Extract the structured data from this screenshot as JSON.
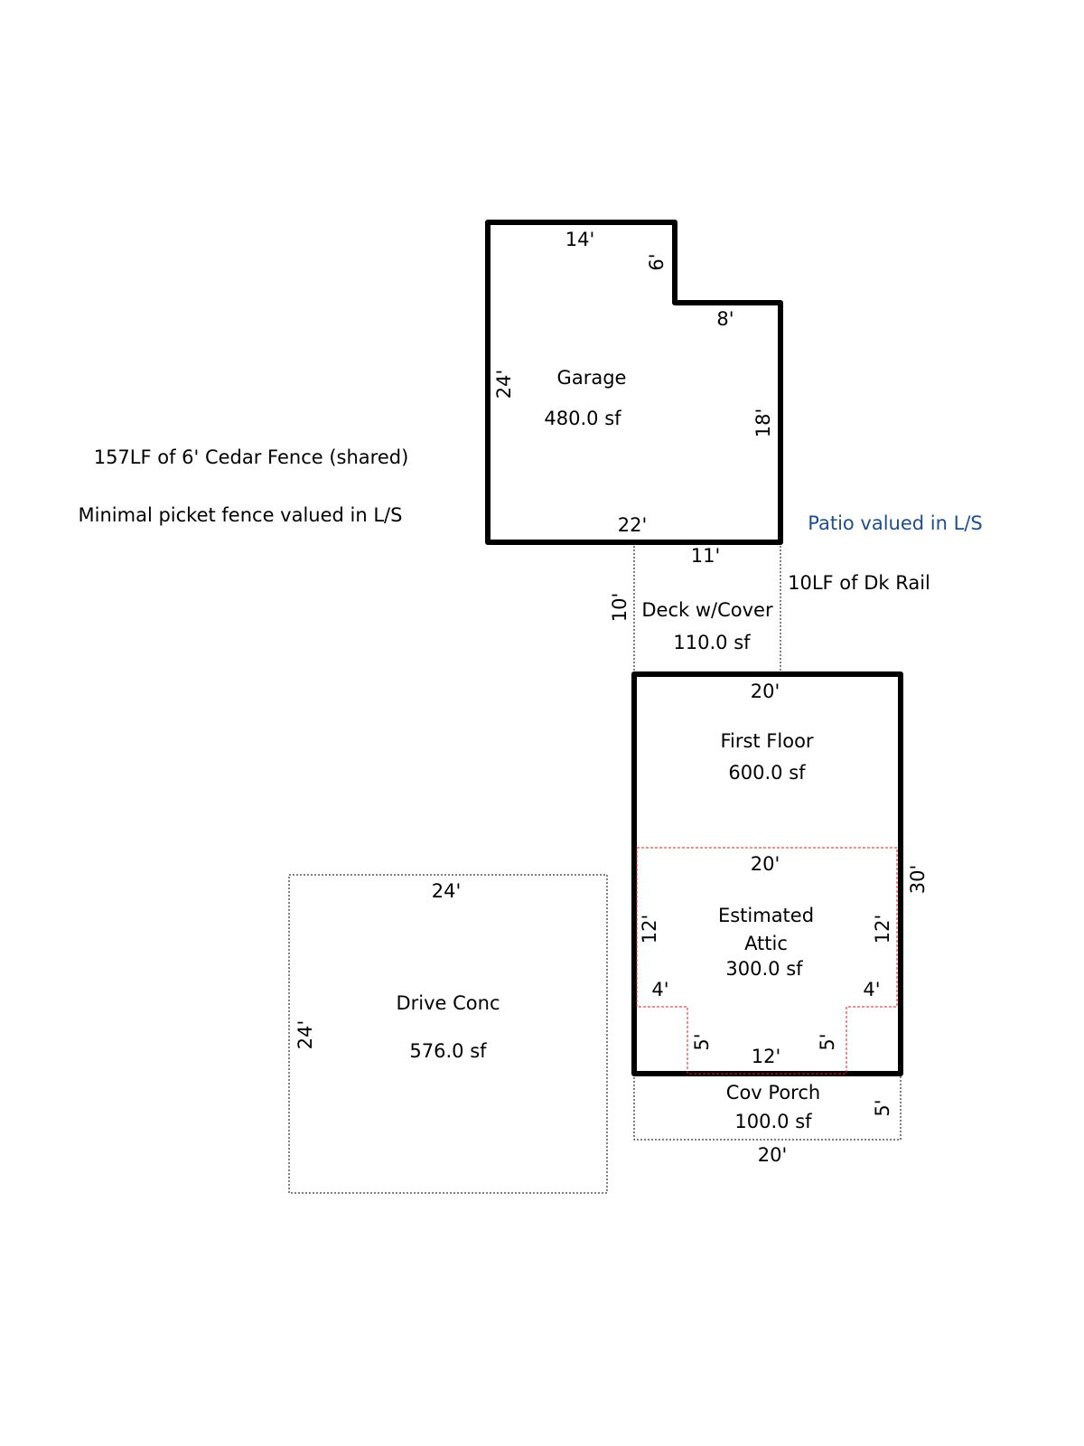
{
  "notes": {
    "fence": "157LF of 6' Cedar Fence (shared)",
    "picket": "Minimal picket fence valued in L/S",
    "patio": "Patio valued in L/S",
    "rail": "10LF of Dk Rail",
    "patio_color": "#1f4e8c"
  },
  "garage": {
    "name": "Garage",
    "area": "480.0 sf",
    "dims": [
      "14'",
      "6'",
      "8'",
      "18'",
      "22'",
      "24'"
    ]
  },
  "deck": {
    "name": "Deck w/Cover",
    "area": "110.0 sf",
    "dims": [
      "11'",
      "10'"
    ]
  },
  "first_floor": {
    "name": "First Floor",
    "area": "600.0 sf",
    "dims": [
      "20'",
      "30'"
    ]
  },
  "attic": {
    "name1": "Estimated",
    "name2": "Attic",
    "area": "300.0 sf",
    "dims": [
      "20'",
      "12'",
      "12'",
      "4'",
      "4'",
      "5'",
      "5'",
      "12'"
    ],
    "line_color": "#e02020"
  },
  "porch": {
    "name": "Cov Porch",
    "area": "100.0 sf",
    "dims": [
      "5'",
      "20'"
    ]
  },
  "drive": {
    "name": "Drive Conc",
    "area": "576.0 sf",
    "dims": [
      "24'",
      "24'"
    ]
  }
}
